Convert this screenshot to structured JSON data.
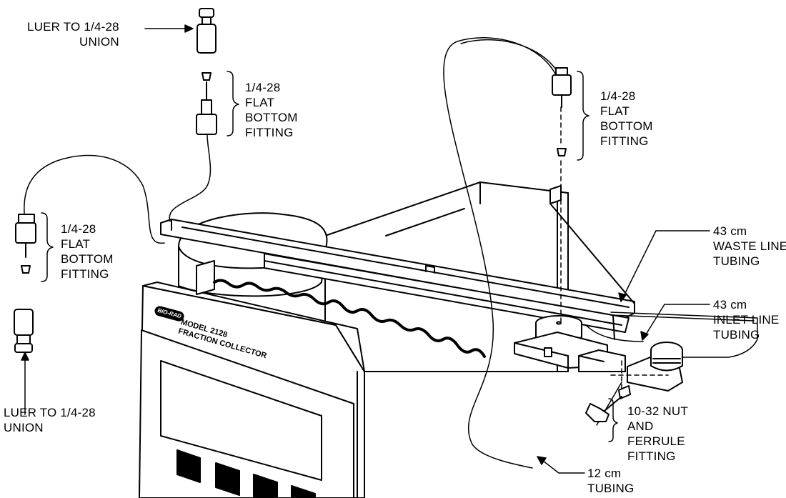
{
  "labels": {
    "luer_top": [
      "LUER TO 1/4-28",
      "UNION"
    ],
    "flat_top": [
      "1/4-28",
      "FLAT",
      "BOTTOM",
      "FITTING"
    ],
    "flat_left": [
      "1/4-28",
      "FLAT",
      "BOTTOM",
      "FITTING"
    ],
    "flat_right": [
      "1/4-28",
      "FLAT",
      "BOTTOM",
      "FITTING"
    ],
    "luer_bottom": [
      "LUER TO 1/4-28",
      "UNION"
    ],
    "waste_line": [
      "43 cm",
      "WASTE LINE",
      "TUBING"
    ],
    "inlet_line": [
      "43 cm",
      "INLET LINE",
      "TUBING"
    ],
    "nut_ferrule": [
      "10-32 NUT",
      "AND",
      "FERRULE",
      "FITTING"
    ],
    "tubing_12": [
      "12 cm",
      "TUBING"
    ]
  },
  "device": {
    "brand": "BIO-RAD",
    "model": "MODEL 2128",
    "name": "FRACTION COLLECTOR"
  }
}
